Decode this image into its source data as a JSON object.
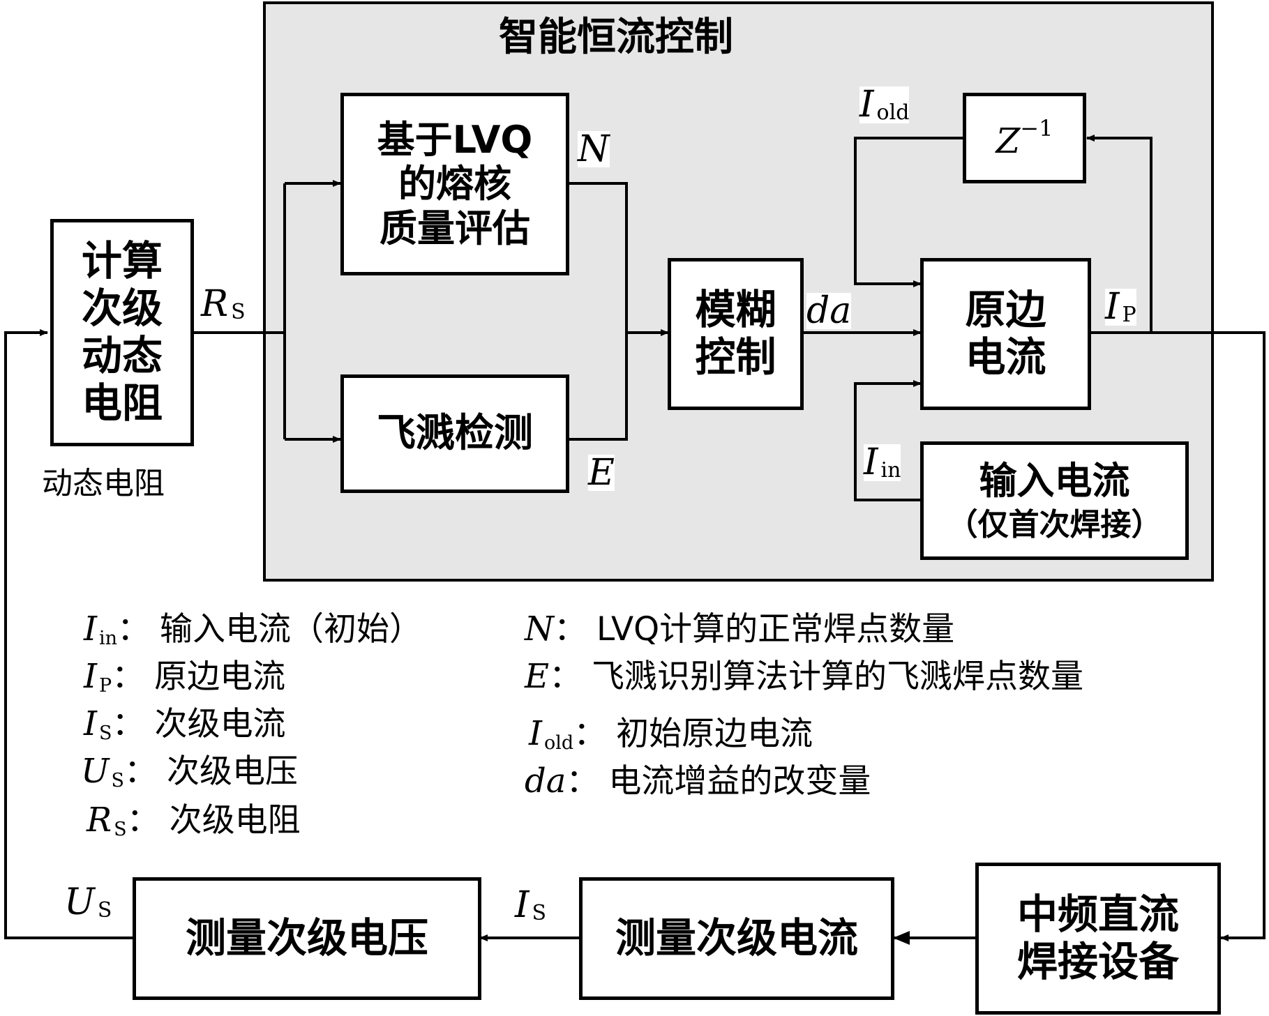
{
  "panel_title": "智能恒流控制",
  "boxes": {
    "calc_resistance": [
      "计算",
      "次级",
      "动态",
      "电阻"
    ],
    "lvq_eval": [
      "基于LVQ",
      "的熔核",
      "质量评估"
    ],
    "spatter": [
      "飞溅检测"
    ],
    "fuzzy": [
      "模糊",
      "控制"
    ],
    "delay": "Z",
    "delay_exp": "−1",
    "primary_current": [
      "原边",
      "电流"
    ],
    "input_current": [
      "输入电流",
      "（仅首次焊接）"
    ],
    "welder": [
      "中频直流",
      "焊接设备"
    ],
    "measure_current": [
      "测量次级电流"
    ],
    "measure_voltage": [
      "测量次级电压"
    ]
  },
  "caption_dynamic": "动态电阻",
  "signals": {
    "rs": {
      "base": "R",
      "sub": "S"
    },
    "n": {
      "base": "N",
      "sub": ""
    },
    "e": {
      "base": "E",
      "sub": ""
    },
    "da": {
      "base": "da",
      "sub": ""
    },
    "iold": {
      "base": "I",
      "sub": "old"
    },
    "ip": {
      "base": "I",
      "sub": "P"
    },
    "iin": {
      "base": "I",
      "sub": "in"
    },
    "is": {
      "base": "I",
      "sub": "S"
    },
    "us": {
      "base": "U",
      "sub": "S"
    }
  },
  "legend": {
    "left": [
      {
        "base": "I",
        "sub": "in",
        "sep": "：",
        "text": "输入电流（初始）"
      },
      {
        "base": "I",
        "sub": "P",
        "sep": "：",
        "text": "原边电流"
      },
      {
        "base": "I",
        "sub": "S",
        "sep": "：",
        "text": "次级电流"
      },
      {
        "base": "U",
        "sub": "S",
        "sep": "：",
        "text": "次级电压"
      },
      {
        "base": "R",
        "sub": "S",
        "sep": "：",
        "text": "次级电阻"
      }
    ],
    "right": [
      {
        "base": "N",
        "sub": "",
        "sep": "：",
        "text": "LVQ计算的正常焊点数量"
      },
      {
        "base": "E",
        "sub": "",
        "sep": "：",
        "text": "飞溅识别算法计算的飞溅焊点数量"
      },
      {
        "base": "I",
        "sub": "old",
        "sep": "：",
        "text": "初始原边电流"
      },
      {
        "base": "da",
        "sub": "",
        "sep": "：",
        "text": "电流增益的改变量"
      }
    ]
  }
}
